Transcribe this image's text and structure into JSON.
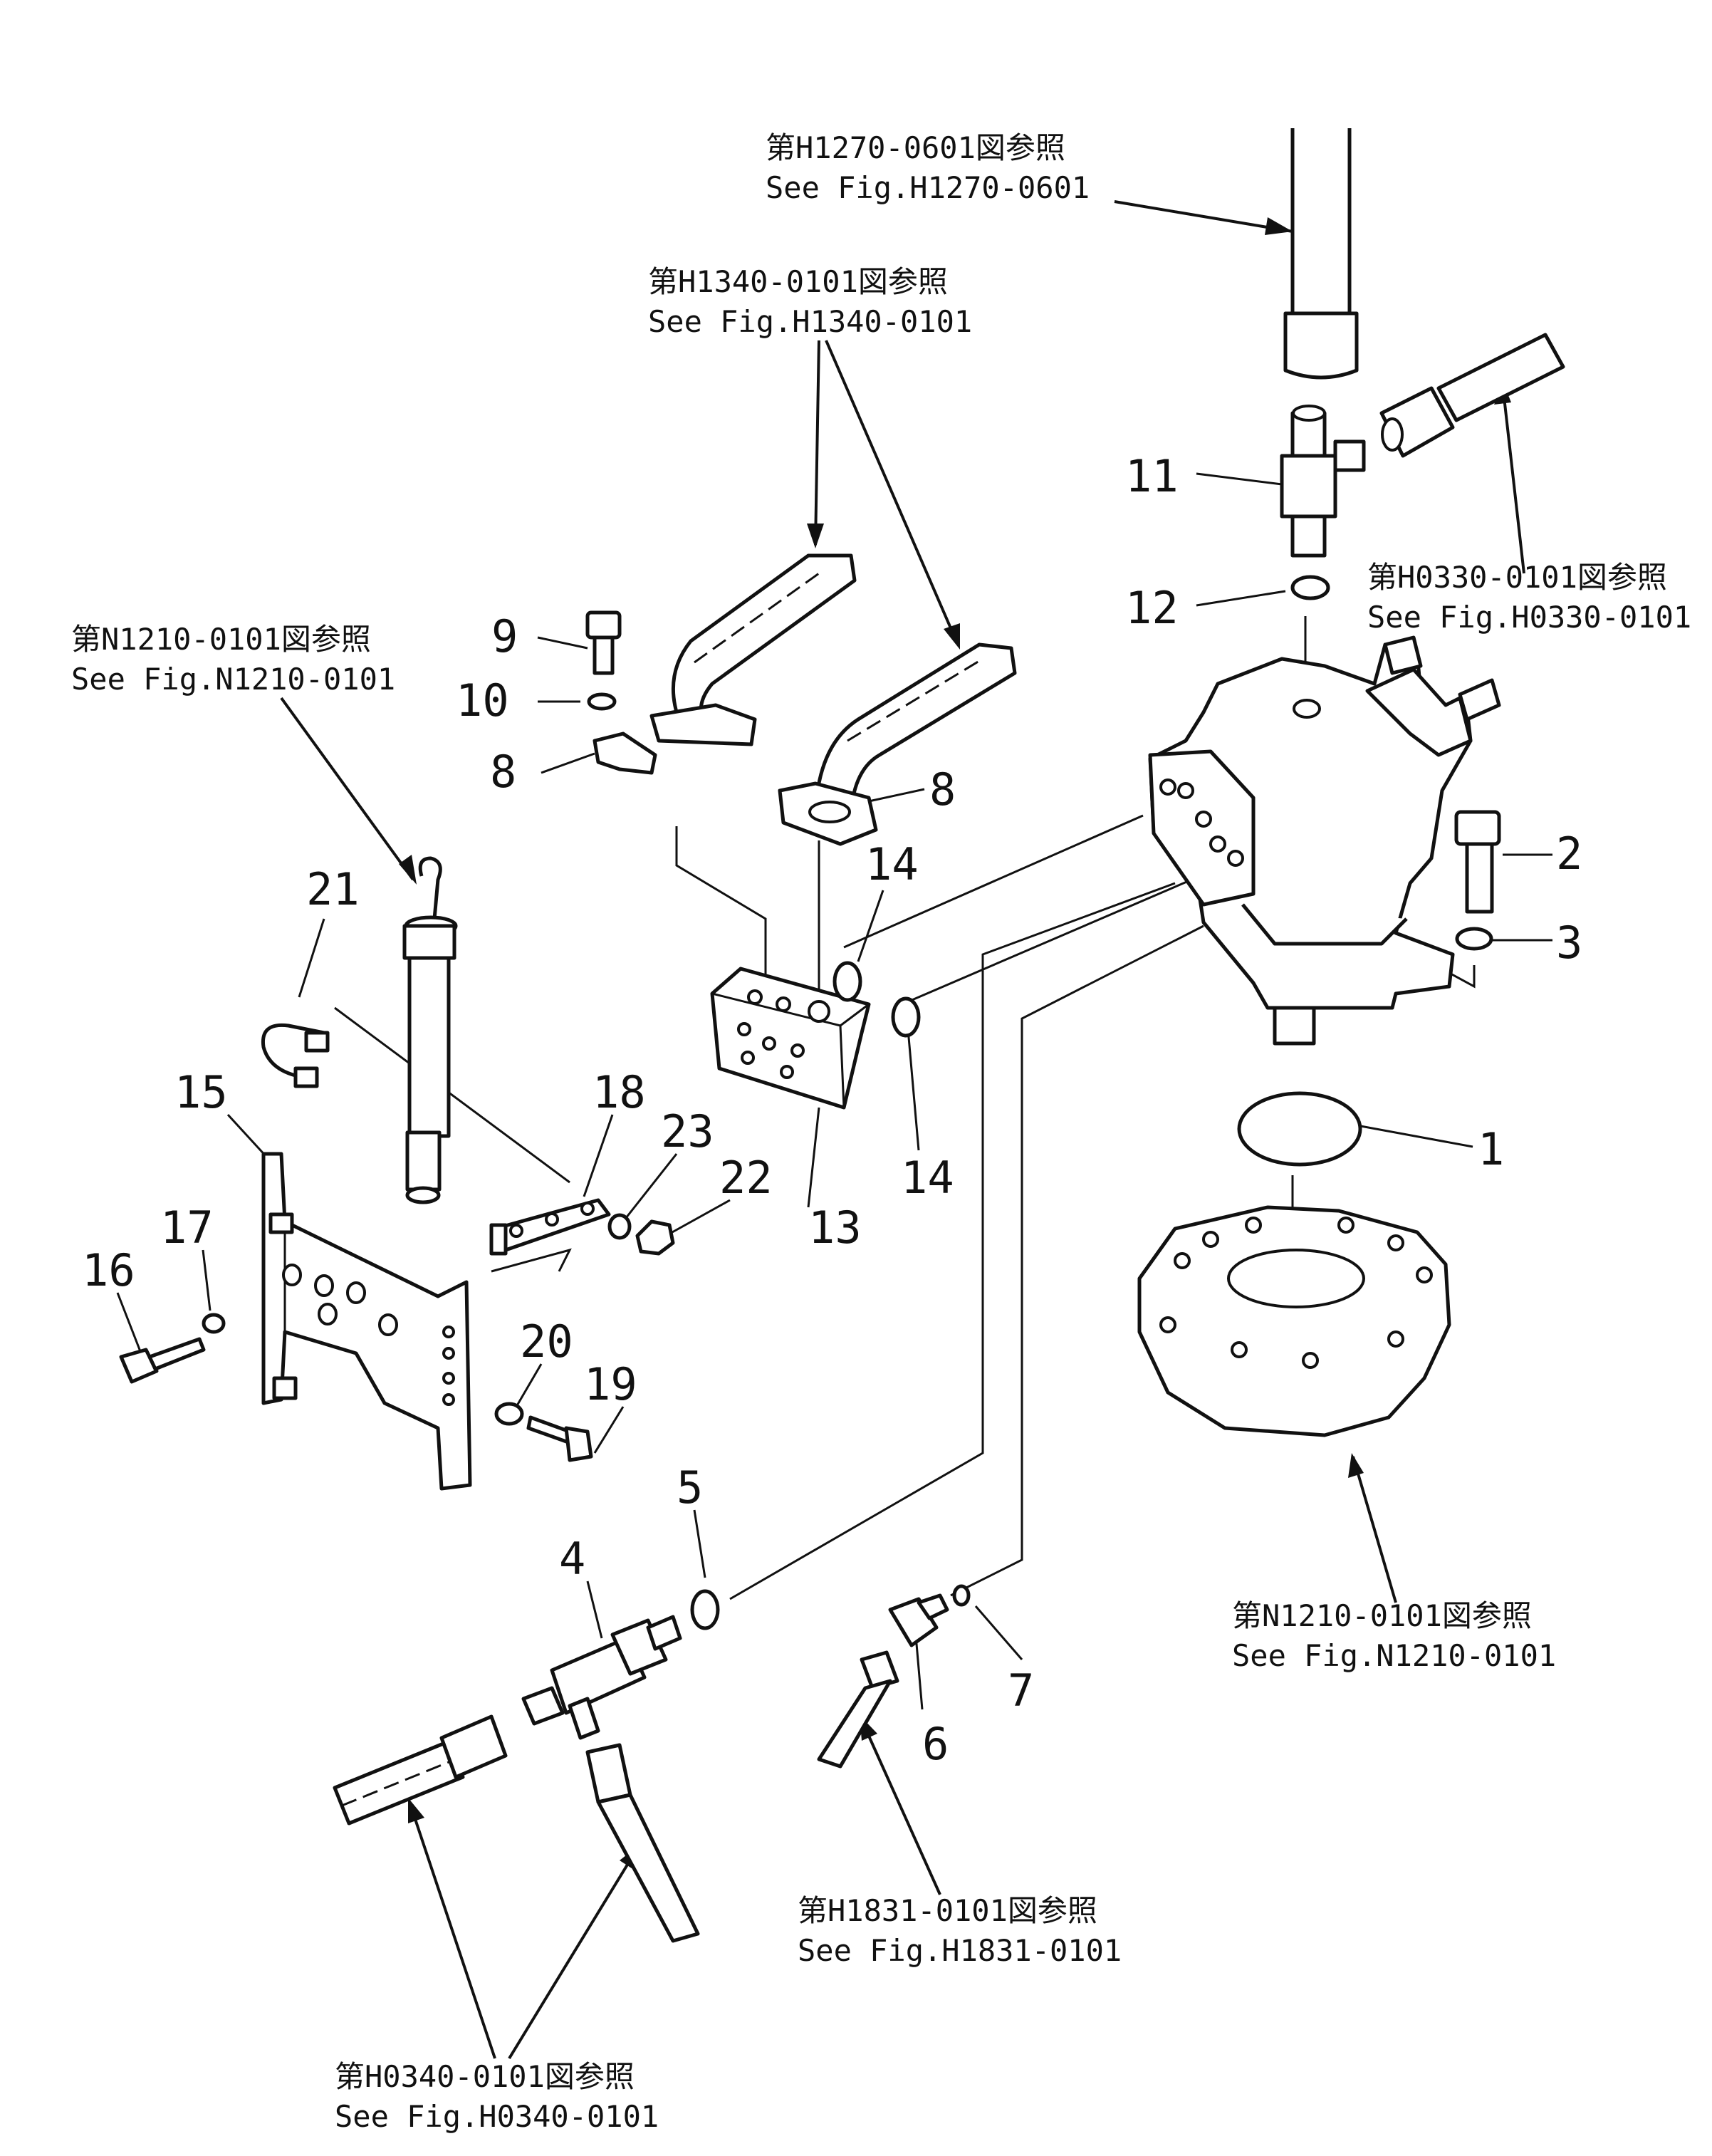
{
  "references": {
    "h1270": {
      "jp": "第H1270-0601図参照",
      "en": "See Fig.H1270-0601"
    },
    "h1340": {
      "jp": "第H1340-0101図参照",
      "en": "See Fig.H1340-0101"
    },
    "h0330": {
      "jp": "第H0330-0101図参照",
      "en": "See Fig.H0330-0101"
    },
    "n1210_left": {
      "jp": "第N1210-0101図参照",
      "en": "See Fig.N1210-0101"
    },
    "n1210_right": {
      "jp": "第N1210-0101図参照",
      "en": "See Fig.N1210-0101"
    },
    "h1831": {
      "jp": "第H1831-0101図参照",
      "en": "See Fig.H1831-0101"
    },
    "h0340": {
      "jp": "第H0340-0101図参照",
      "en": "See Fig.H0340-0101"
    }
  },
  "callouts": {
    "c1": "1",
    "c2": "2",
    "c3": "3",
    "c4": "4",
    "c5": "5",
    "c6": "6",
    "c7": "7",
    "c8a": "8",
    "c8b": "8",
    "c9": "9",
    "c10": "10",
    "c11": "11",
    "c12": "12",
    "c13": "13",
    "c14a": "14",
    "c14b": "14",
    "c15": "15",
    "c16": "16",
    "c17": "17",
    "c18": "18",
    "c19": "19",
    "c20": "20",
    "c21": "21",
    "c22": "22",
    "c23": "23"
  },
  "colors": {
    "ink": "#111111",
    "paper": "#ffffff"
  }
}
